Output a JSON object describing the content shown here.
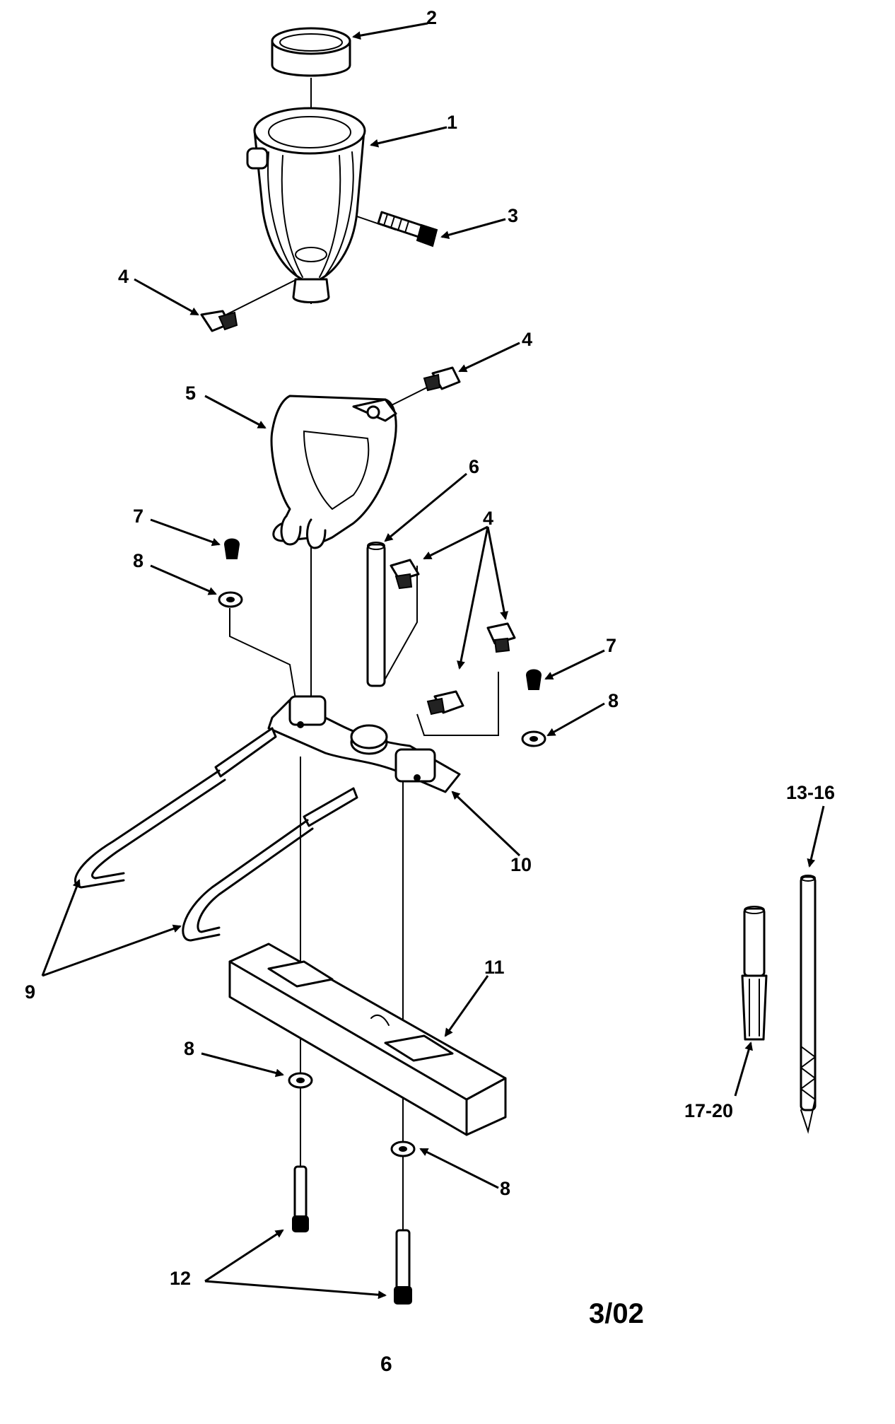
{
  "labels": {
    "part_1": "1",
    "part_2": "2",
    "part_3": "3",
    "part_4a": "4",
    "part_4b": "4",
    "part_4c": "4",
    "part_5": "5",
    "part_6": "6",
    "part_7a": "7",
    "part_7b": "7",
    "part_8a": "8",
    "part_8b": "8",
    "part_8c": "8",
    "part_8d": "8",
    "part_9": "9",
    "part_10": "10",
    "part_11": "11",
    "part_12": "12",
    "part_13_16": "13-16",
    "part_17_20": "17-20"
  },
  "footer": {
    "date": "3/02",
    "page_number": "6"
  }
}
